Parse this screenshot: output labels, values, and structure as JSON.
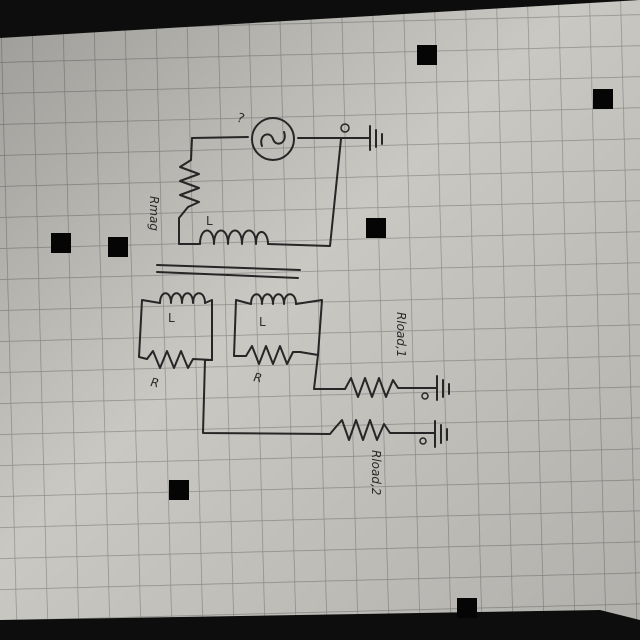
{
  "colors": {
    "paper": "#c9c8c3",
    "grid": "#8f8f8c",
    "ink": "#262626",
    "background": "#0d0d0d",
    "marker": "#050505"
  },
  "diagram": {
    "primary": {
      "source_label": "?",
      "resistor_label": "Rmag",
      "inductor_label": "L"
    },
    "secondary": {
      "winding_1_label": "L",
      "resistor_1_label": "R",
      "winding_2_label": "L",
      "resistor_2_label": "R",
      "load_1_label": "Rload,1",
      "load_2_label": "Rload,2"
    }
  }
}
